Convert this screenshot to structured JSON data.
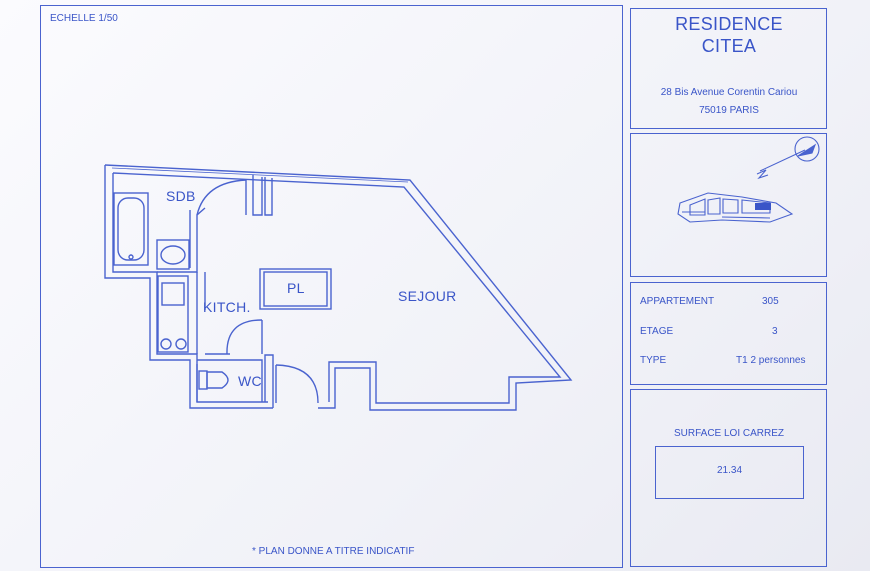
{
  "scale_label": "ECHELLE 1/50",
  "footnote": "* PLAN DONNE A TITRE INDICATIF",
  "residence": {
    "name_line1": "RESIDENCE",
    "name_line2": "CITEA",
    "address_line1": "28 Bis Avenue Corentin Cariou",
    "address_line2": "75019 PARIS"
  },
  "info": {
    "apartment_label": "APPARTEMENT",
    "apartment_value": "305",
    "floor_label": "ETAGE",
    "floor_value": "3",
    "type_label": "TYPE",
    "type_value": "T1 2 personnes"
  },
  "surface": {
    "title": "SURFACE LOI CARREZ",
    "value": "21.34"
  },
  "plan": {
    "rooms": {
      "sdb": "SDB",
      "kitchen": "KITCH.",
      "pl": "PL",
      "sejour": "SEJOUR",
      "wc": "WC"
    }
  },
  "colors": {
    "ink": "#3a55c8",
    "line": "#4a63cf",
    "paper": "#f7f7fb"
  },
  "icons": [
    "compass-north-icon",
    "building-location-icon"
  ]
}
